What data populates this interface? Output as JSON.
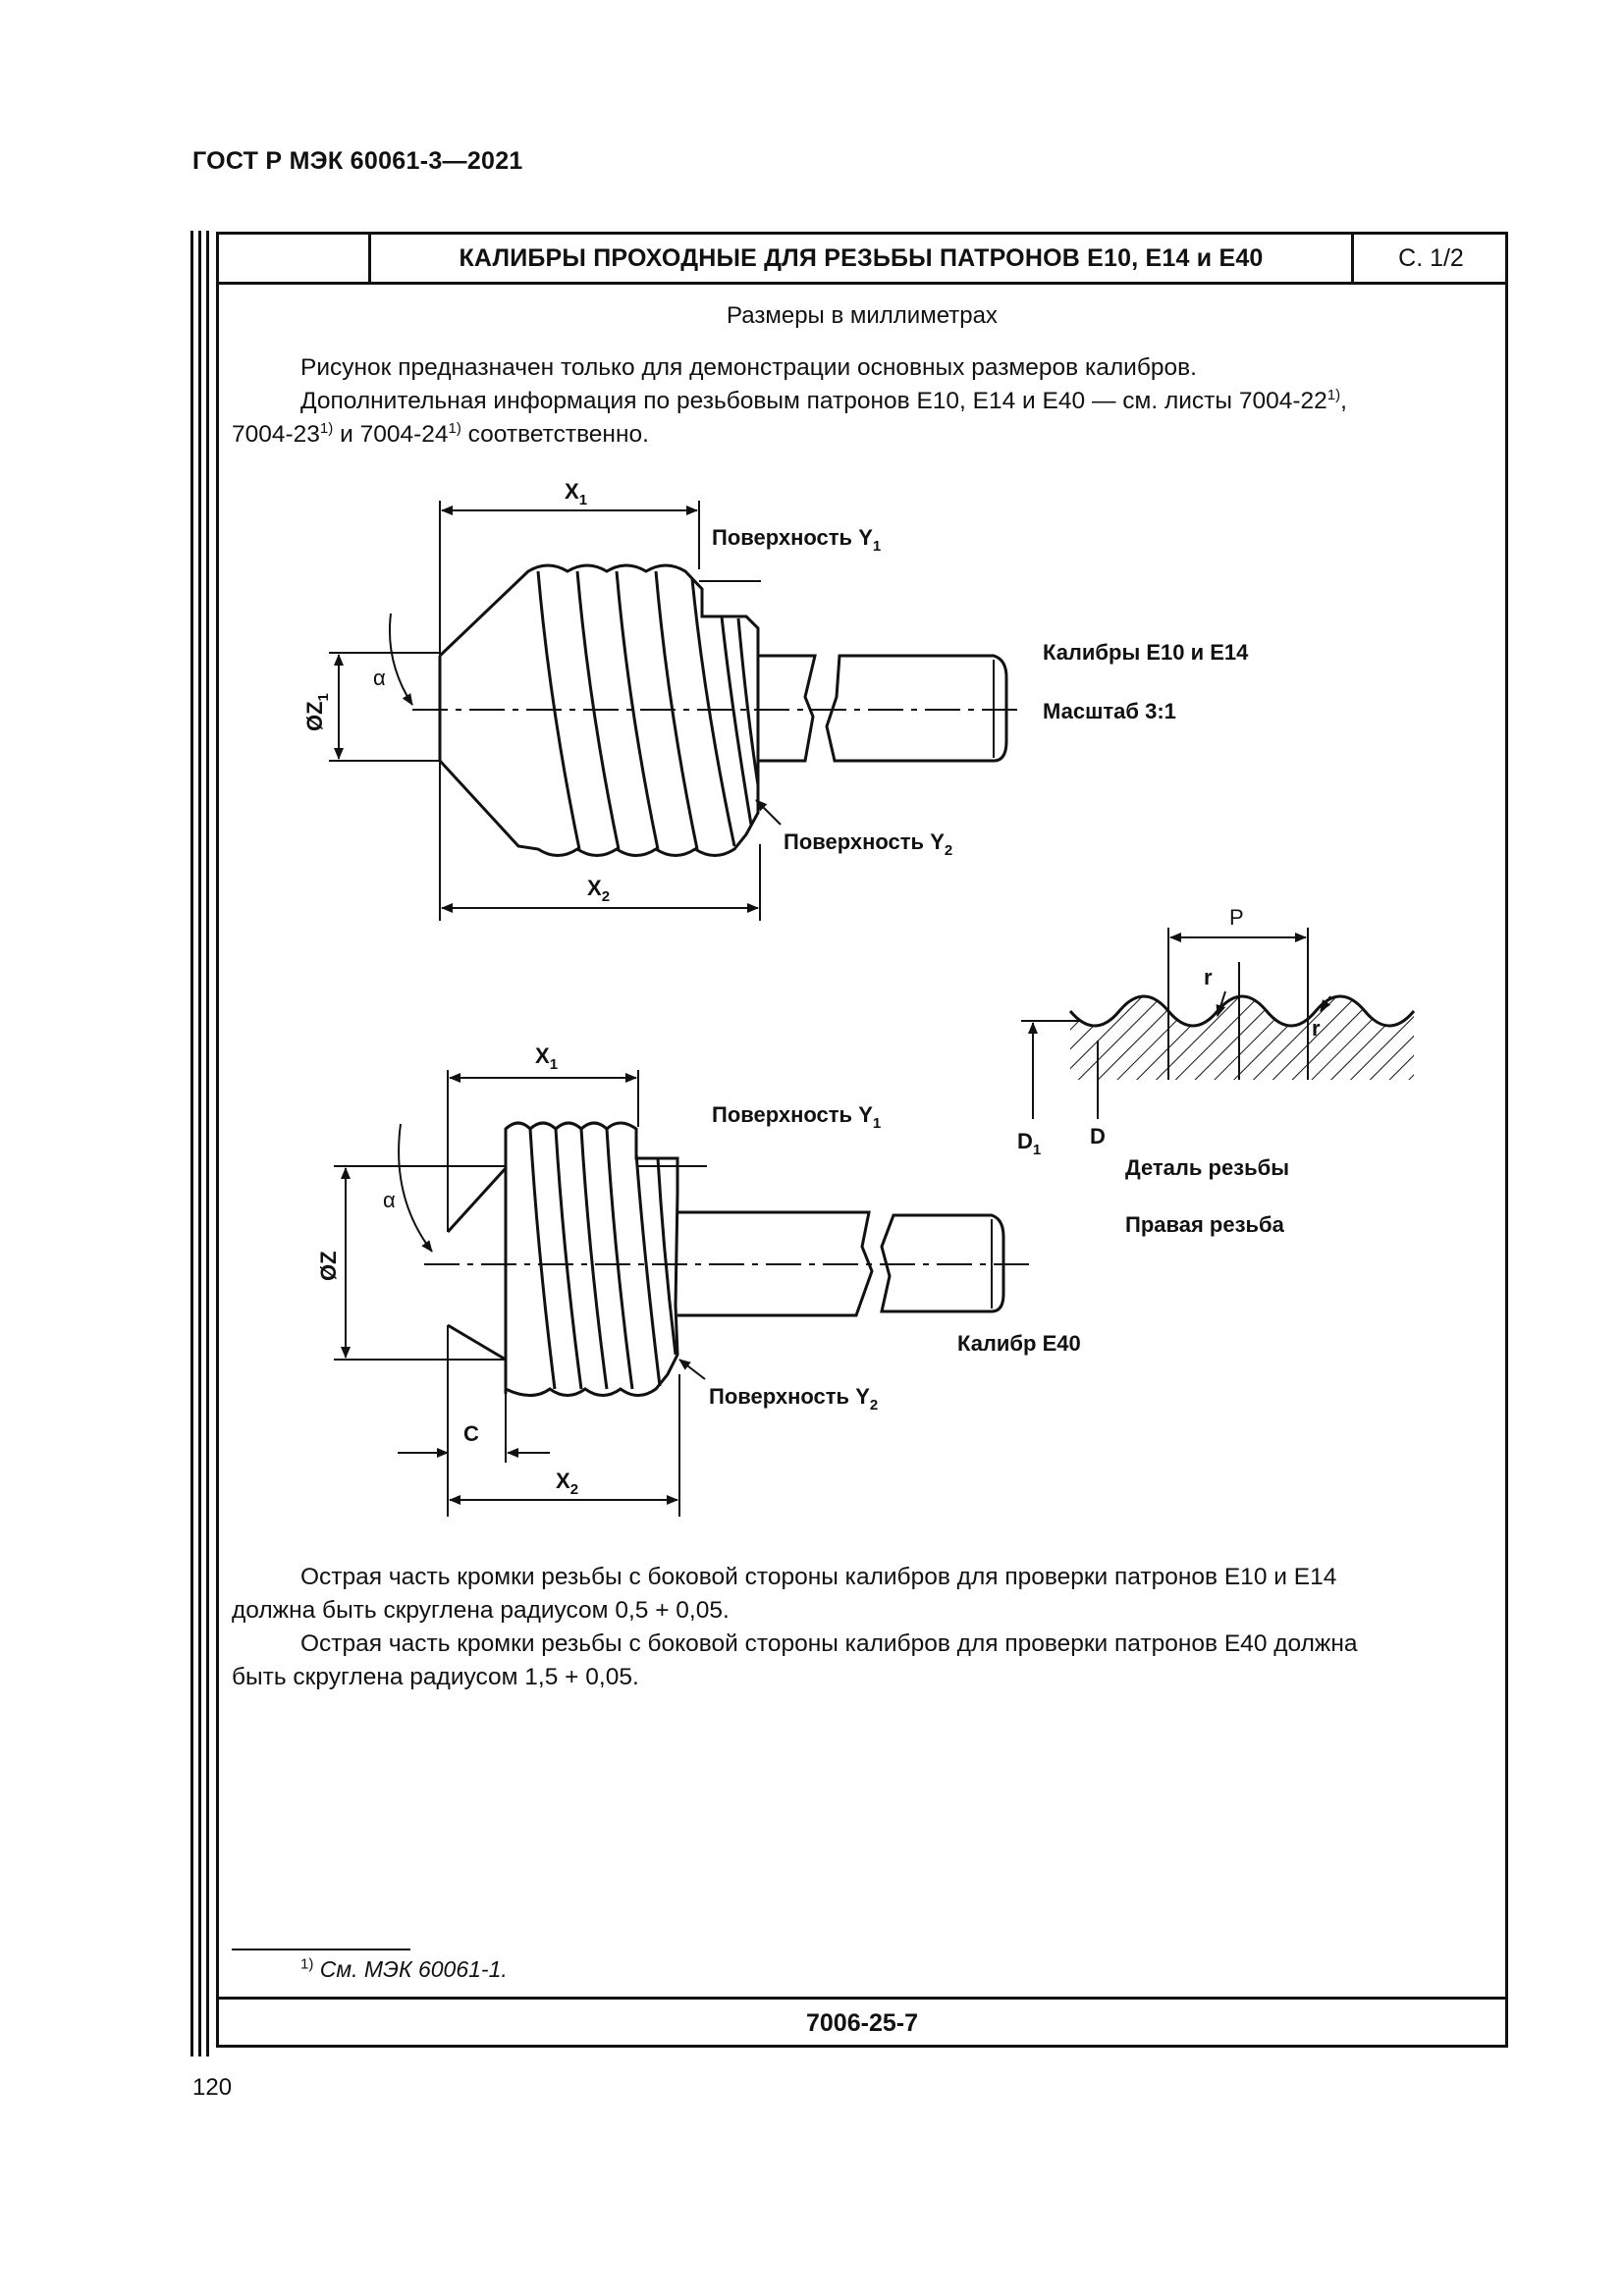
{
  "header": {
    "doc_code": "ГОСТ Р МЭК 60061-3—2021"
  },
  "sheet": {
    "title": "КАЛИБРЫ ПРОХОДНЫЕ ДЛЯ РЕЗЬБЫ ПАТРОНОВ E10, E14 и E40",
    "page_ref": "С. 1/2",
    "units_note": "Размеры в миллиметрах",
    "code": "7006-25-7"
  },
  "intro": {
    "line1": "Рисунок предназначен только для демонстрации основных размеров калибров.",
    "line2_a": "Дополнительная информация по резьбовым патронов E10, E14 и E40 — см. листы 7004-22",
    "line2_b": ",",
    "line3_a": "7004-23",
    "line3_b": " и 7004-24",
    "line3_c": " соответственно.",
    "footnote_mark": "1)"
  },
  "figure1": {
    "x1": "X",
    "x1_sub": "1",
    "x2": "X",
    "x2_sub": "2",
    "z1": "ØZ",
    "z1_sub": "1",
    "alpha": "α",
    "surface_y1": "Поверхность Y",
    "surface_y1_sub": "1",
    "surface_y2": "Поверхность Y",
    "surface_y2_sub": "2",
    "caption": "Калибры E10 и E14",
    "scale": "Масштаб 3:1"
  },
  "detail": {
    "p": "P",
    "r1": "r",
    "r2": "r",
    "d1": "D",
    "d1_sub": "1",
    "d": "D",
    "caption": "Деталь резьбы",
    "thread": "Правая резьба"
  },
  "figure2": {
    "x1": "X",
    "x1_sub": "1",
    "x2": "X",
    "x2_sub": "2",
    "z": "ØZ",
    "alpha": "α",
    "c": "C",
    "surface_y1": "Поверхность Y",
    "surface_y1_sub": "1",
    "surface_y2": "Поверхность Y",
    "surface_y2_sub": "2",
    "caption": "Калибр E40"
  },
  "notes": {
    "p1_line1": "Острая часть кромки резьбы с боковой стороны калибров для проверки патронов E10 и E14",
    "p1_line2": "должна быть скруглена радиусом 0,5 + 0,05.",
    "p2_line1": "Острая часть кромки резьбы с боковой стороны калибров для проверки патронов E40 должна",
    "p2_line2": "быть скруглена радиусом 1,5 + 0,05."
  },
  "footnote": {
    "mark": "1)",
    "text": " См. МЭК 60061-1."
  },
  "page_number": "120"
}
